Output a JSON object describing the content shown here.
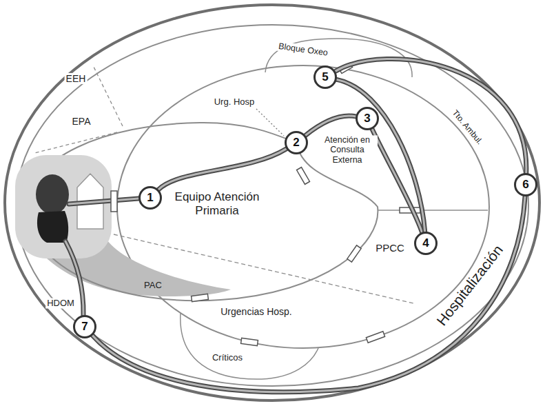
{
  "diagram": {
    "nodes": [
      {
        "text": [
          "1"
        ]
      },
      {
        "text": [
          "2"
        ]
      },
      {
        "text": [
          "3"
        ]
      },
      {
        "text": [
          "4"
        ]
      },
      {
        "text": [
          "5"
        ]
      },
      {
        "text": [
          "6"
        ]
      },
      {
        "text": [
          "7"
        ]
      }
    ],
    "edges": [
      {
        "from": 0,
        "to": 1,
        "arrow": "none"
      },
      {
        "from": 1,
        "to": 2,
        "arrow": "none"
      },
      {
        "from": 2,
        "to": 3,
        "arrow": "none"
      },
      {
        "from": 3,
        "to": 4,
        "arrow": "none"
      },
      {
        "from": 4,
        "to": 5,
        "arrow": "none"
      },
      {
        "from": 5,
        "to": 6,
        "arrow": "none"
      }
    ],
    "labels": [
      "EEH",
      "EPA",
      "Bloque Oxeo",
      "Urg. Hosp",
      "Tto. Ambul.",
      "Atención en Consulta Externa",
      "Equipo Atención Primaria",
      "PPCC",
      "PAC",
      "Hospitalización",
      "Urgencias Hosp.",
      "HDOM",
      "Críticos"
    ]
  }
}
